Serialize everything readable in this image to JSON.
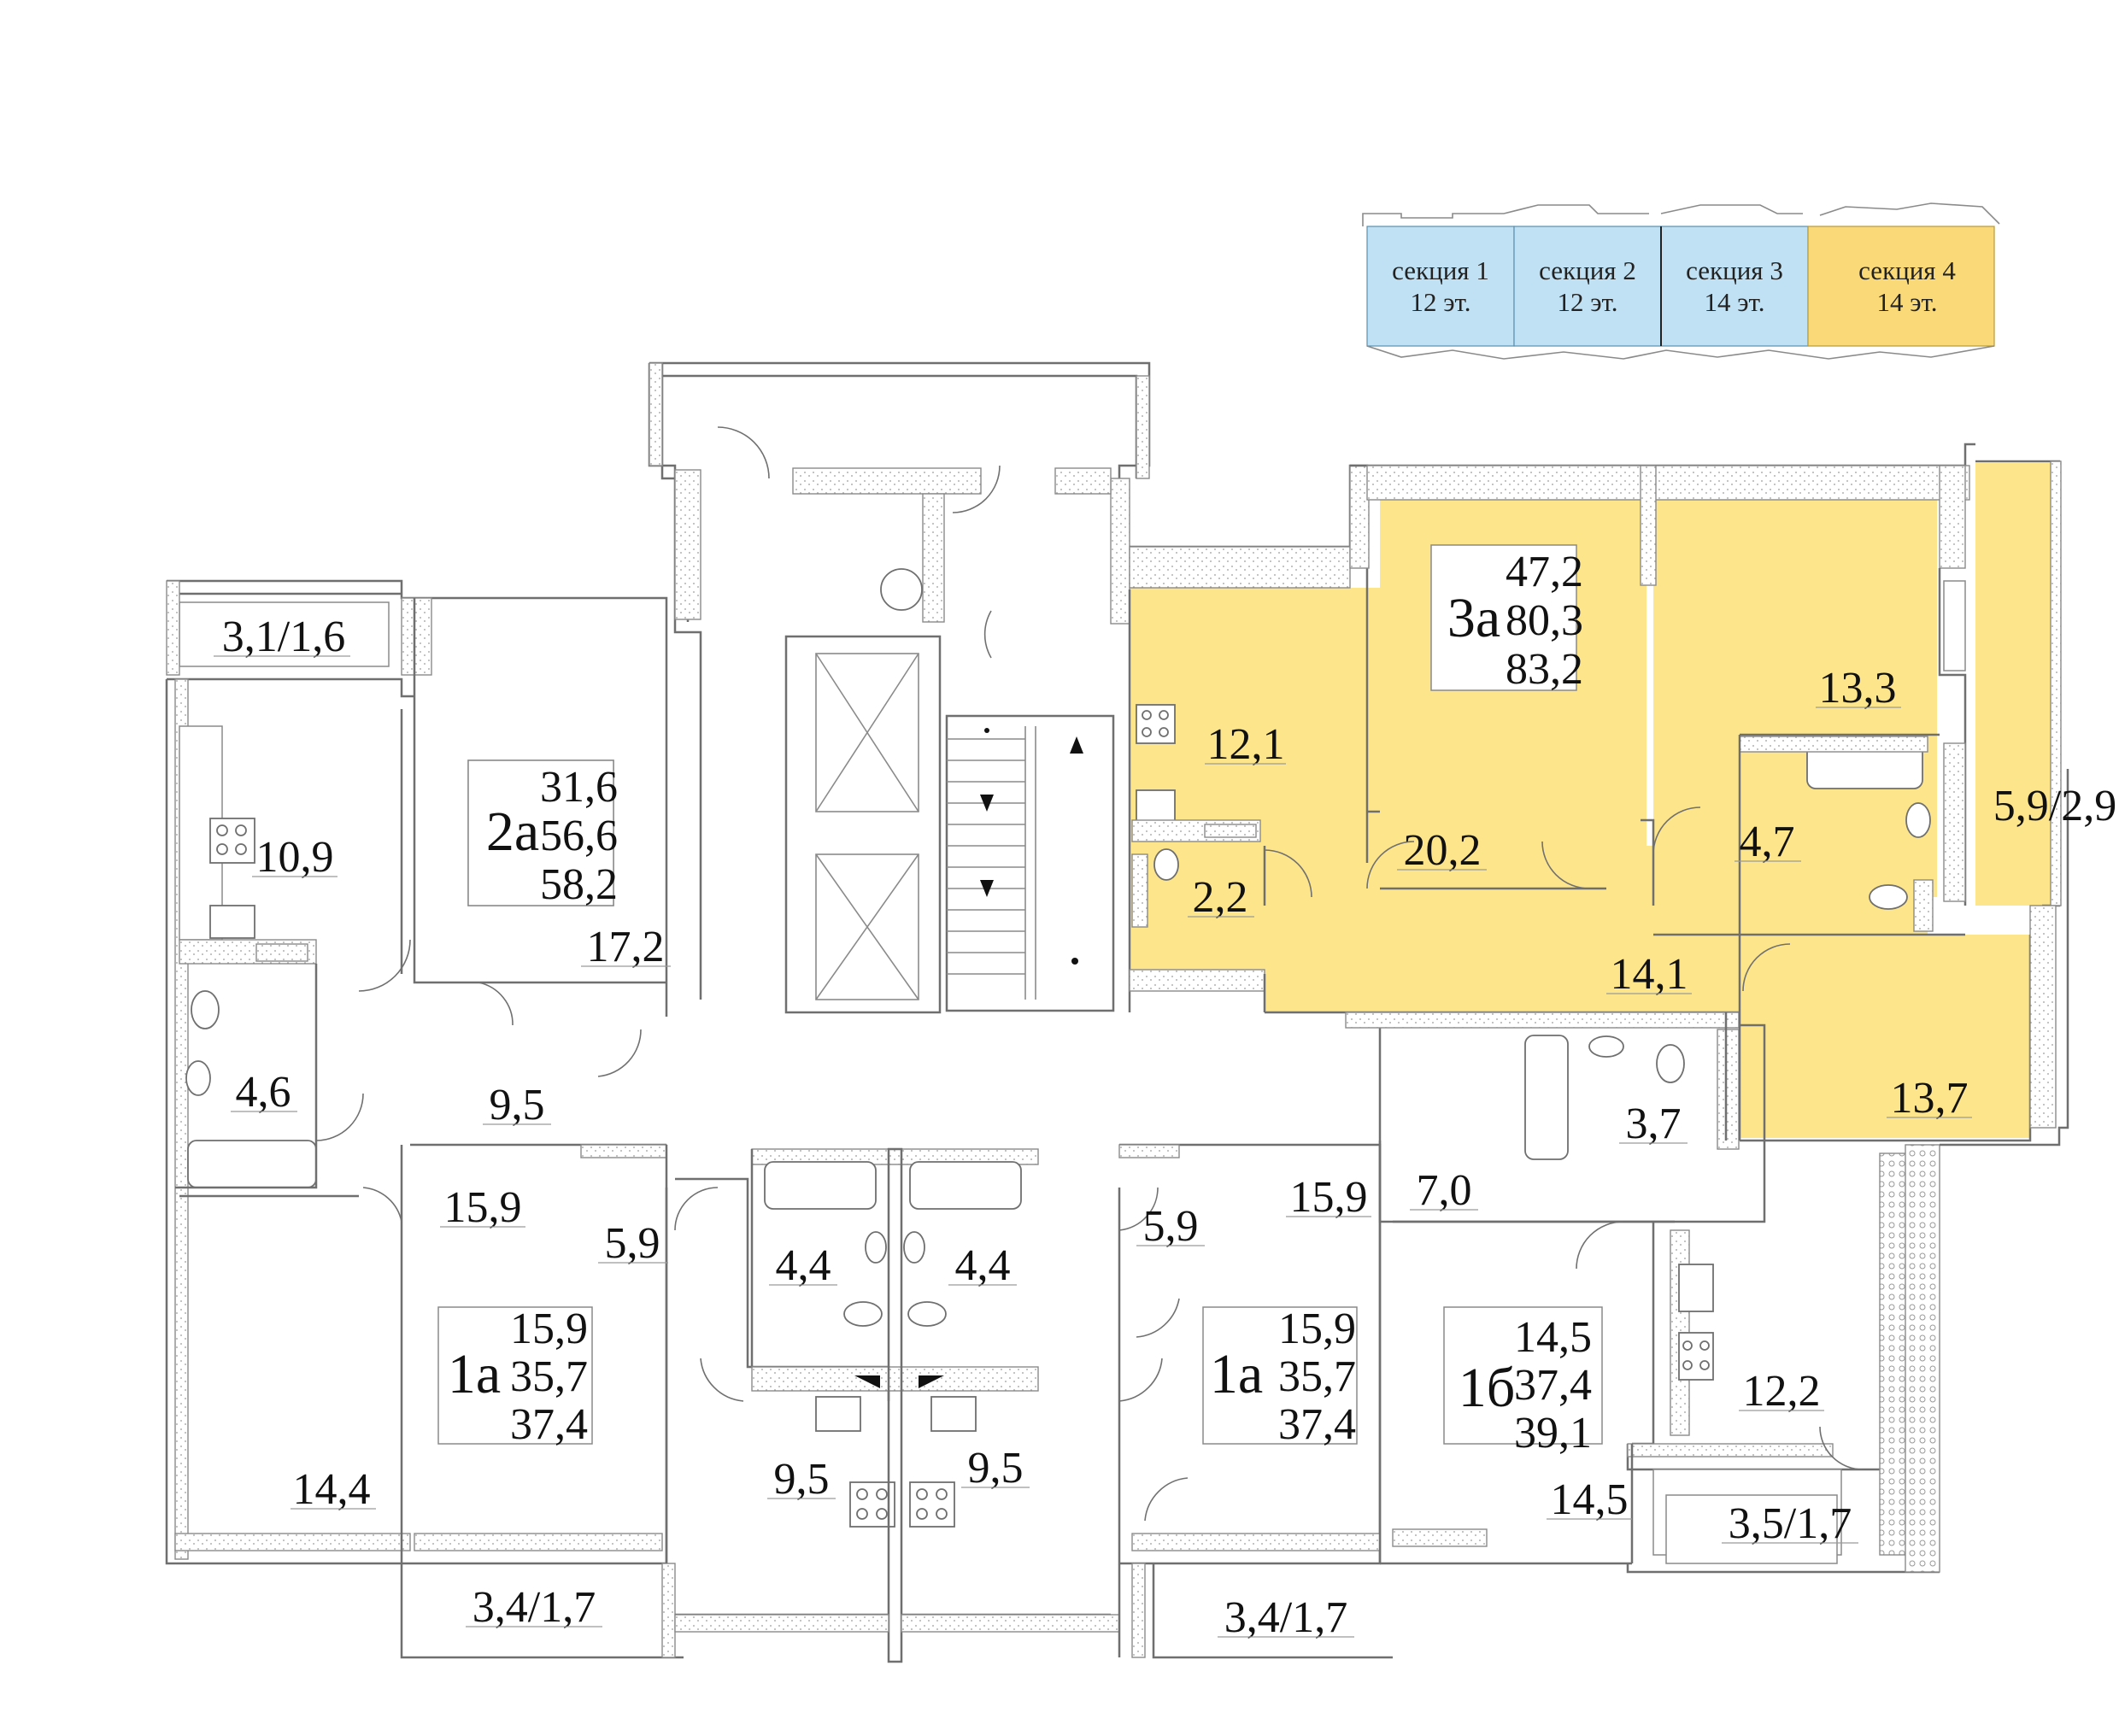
{
  "key_plan": {
    "sections": [
      {
        "name": "секция 1",
        "floors": "12 эт."
      },
      {
        "name": "секция 2",
        "floors": "12 эт."
      },
      {
        "name": "секция 3",
        "floors": "14 эт."
      },
      {
        "name": "секция 4",
        "floors": "14 эт."
      }
    ],
    "active_section": "секция 4",
    "colors": {
      "inactive": "#bfe1f3",
      "active": "#f9d978"
    }
  },
  "highlight_color": "#fde58b",
  "apartments": [
    {
      "code": "2а",
      "living": "31,6",
      "total": "56,6",
      "total_with_balcony": "58,2"
    },
    {
      "code": "3а",
      "living": "47,2",
      "total": "80,3",
      "total_with_balcony": "83,2",
      "highlighted": true
    },
    {
      "code": "1а",
      "living": "15,9",
      "total": "35,7",
      "total_with_balcony": "37,4"
    },
    {
      "code": "1а",
      "living": "15,9",
      "total": "35,7",
      "total_with_balcony": "37,4"
    },
    {
      "code": "1б",
      "living": "14,5",
      "total": "37,4",
      "total_with_balcony": "39,1"
    }
  ],
  "room_areas": {
    "balcony_2a": "3,1/1,6",
    "kitchen_2a": "10,9",
    "room_2a": "17,2",
    "bath_2a": "4,6",
    "hall_2a": "9,5",
    "room_left_corner": "14,4",
    "room_1a_left": "15,9",
    "hall_1a_left": "5,9",
    "bath_1a_left": "4,4",
    "kitchen_1a_left": "9,5",
    "balcony_1a_left": "3,4/1,7",
    "bath_1a_right": "4,4",
    "kitchen_1a_right": "9,5",
    "hall_1a_right": "5,9",
    "room_1a_right": "15,9",
    "balcony_1a_right": "3,4/1,7",
    "kitchen_3a": "12,1",
    "wc_3a": "2,2",
    "room_3a_a": "20,2",
    "room_3a_b": "13,3",
    "bath_3a": "4,7",
    "hall_3a": "14,1",
    "room_3a_c": "13,7",
    "loggia_3a": "5,9/2,9",
    "bath_1b": "3,7",
    "hall_1b": "7,0",
    "kitchen_1b": "12,2",
    "room_1b": "14,5",
    "balcony_1b": "3,5/1,7"
  }
}
